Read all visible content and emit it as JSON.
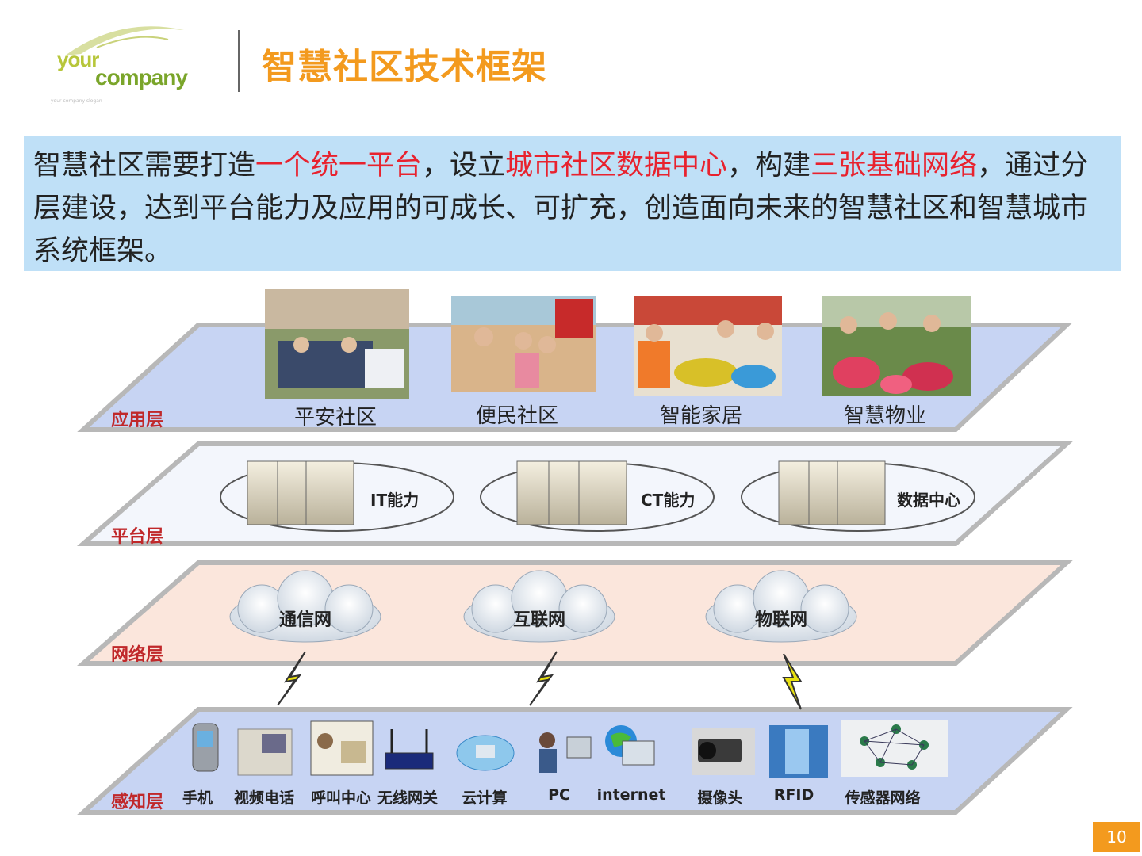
{
  "header": {
    "logo_line1": "your",
    "logo_line2": "company",
    "logo_small_text": "your company slogan",
    "title": "智慧社区技术框架"
  },
  "intro": {
    "part1": "智慧社区需要打造",
    "highlight1": "一个统一平台",
    "part2": "，设立",
    "highlight2": "城市社区数据中心",
    "part3": "，构建",
    "highlight3": "三张基础网络",
    "part4": "，通过分层建设，达到平台能力及应用的可成长、可扩充，创造面向未来的智慧社区和智慧城市系统框架。",
    "highlight_color": "#e8222e"
  },
  "layers": {
    "application": {
      "label": "应用层",
      "items": [
        {
          "label": "平安社区",
          "image": "community-safety-photo"
        },
        {
          "label": "便民社区",
          "image": "convenience-community-photo"
        },
        {
          "label": "智能家居",
          "image": "smart-home-photo"
        },
        {
          "label": "智慧物业",
          "image": "smart-property-photo"
        }
      ]
    },
    "platform": {
      "label": "平台层",
      "items": [
        {
          "label": "IT能力",
          "icon": "server-rack-icon"
        },
        {
          "label": "CT能力",
          "icon": "server-rack-icon"
        },
        {
          "label": "数据中心",
          "icon": "server-rack-icon"
        }
      ]
    },
    "network": {
      "label": "网络层",
      "items": [
        {
          "label": "通信网",
          "icon": "cloud-icon"
        },
        {
          "label": "互联网",
          "icon": "cloud-icon"
        },
        {
          "label": "物联网",
          "icon": "cloud-icon"
        }
      ]
    },
    "perception": {
      "label": "感知层",
      "items": [
        {
          "label": "手机",
          "icon": "mobile-phone-icon"
        },
        {
          "label": "视频电话",
          "icon": "video-phone-icon"
        },
        {
          "label": "呼叫中心",
          "icon": "call-center-icon"
        },
        {
          "label": "无线网关",
          "icon": "wireless-gateway-icon"
        },
        {
          "label": "云计算",
          "icon": "cloud-computing-icon"
        },
        {
          "label": "PC",
          "icon": "pc-icon"
        },
        {
          "label": "internet",
          "icon": "internet-globe-icon"
        },
        {
          "label": "摄像头",
          "icon": "camera-icon"
        },
        {
          "label": "RFID",
          "icon": "rfid-icon"
        },
        {
          "label": "传感器网络",
          "icon": "sensor-network-icon"
        }
      ]
    }
  },
  "colors": {
    "title": "#f39a1e",
    "layer_label": "#c0282a",
    "application_layer": "#c7d4f3",
    "platform_layer": "#f3f6fc",
    "network_layer": "#fbe6dc",
    "perception_layer": "#c7d4f3"
  },
  "page_number": "10"
}
